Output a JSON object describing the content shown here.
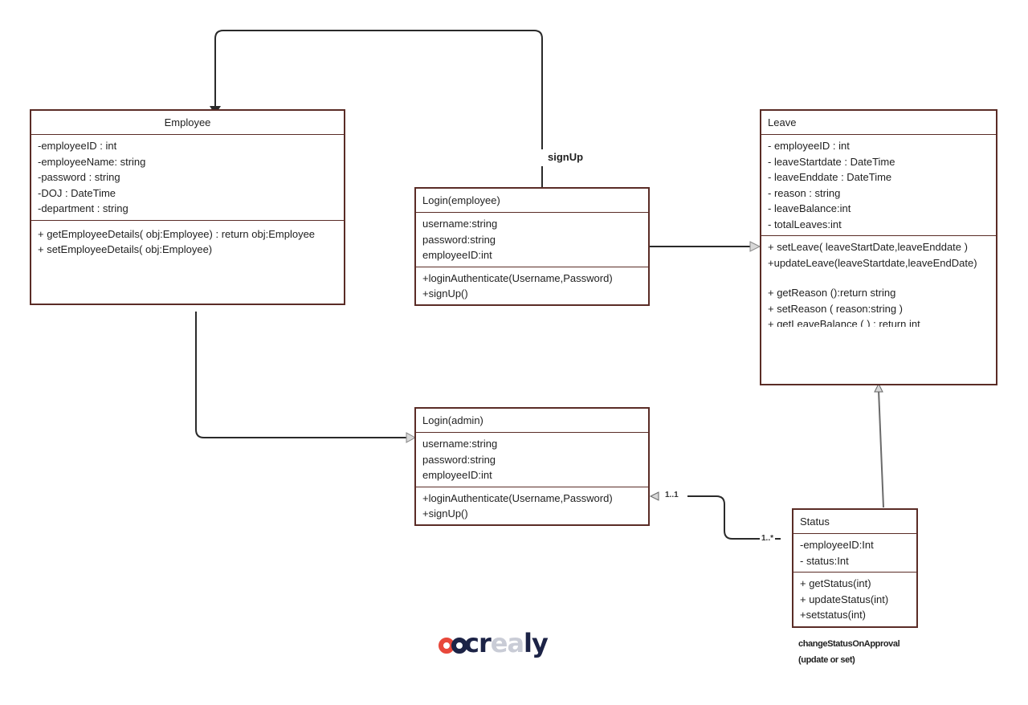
{
  "classes": {
    "employee": {
      "name": "Employee",
      "attributes": [
        "-employeeID : int",
        "-employeeName: string",
        "-password : string",
        "-DOJ : DateTime",
        "-department : string"
      ],
      "methods": [
        "+ getEmployeeDetails( obj:Employee) : return obj:Employee",
        "+ setEmployeeDetails( obj:Employee)"
      ]
    },
    "login_employee": {
      "name": "Login(employee)",
      "attributes": [
        "username:string",
        "password:string",
        "employeeID:int"
      ],
      "methods": [
        "+loginAuthenticate(Username,Password)",
        "+signUp()"
      ]
    },
    "login_admin": {
      "name": "Login(admin)",
      "attributes": [
        "username:string",
        "password:string",
        "employeeID:int"
      ],
      "methods": [
        "+loginAuthenticate(Username,Password)",
        "+signUp()"
      ]
    },
    "leave": {
      "name": "Leave",
      "attributes": [
        "- employeeID : int",
        "- leaveStartdate : DateTime",
        "- leaveEnddate : DateTime",
        "- reason : string",
        "- leaveBalance:int",
        "- totalLeaves:int"
      ],
      "methods_group1": [
        "+ setLeave( leaveStartDate,leaveEnddate )",
        "+updateLeave(leaveStartdate,leaveEndDate)"
      ],
      "methods_group2": [
        "+ getReason ():return string",
        "+ setReason ( reason:string  )",
        "+ getLeaveBalance ( ) : return int"
      ]
    },
    "status": {
      "name": "Status",
      "attributes": [
        "-employeeID:Int",
        "- status:Int"
      ],
      "methods": [
        "+ getStatus(int)",
        "+ updateStatus(int)",
        "+setstatus(int)"
      ]
    }
  },
  "labels": {
    "signup": "signUp",
    "status_note": [
      "changeStatusOnApproval",
      "(update or set)"
    ],
    "mult_admin": "1..1",
    "mult_status": "1..*"
  },
  "logo": {
    "text_start": "cr",
    "text_faded": "ea",
    "text_end": "ly"
  },
  "colors": {
    "box_border": "#5a2c26",
    "connector": "#2a2a2a",
    "logo_dark": "#1c2346",
    "logo_red": "#e8483b"
  }
}
